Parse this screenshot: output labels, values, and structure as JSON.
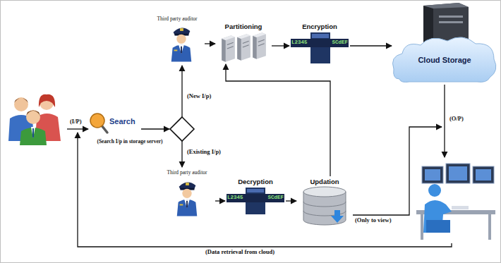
{
  "diagram": {
    "nodes": [
      {
        "text": [
          "Search",
          "(Search I/p in storage server)"
        ]
      },
      {
        "text": [
          "Third party auditor"
        ]
      },
      {
        "text": [
          "Partitioning"
        ]
      },
      {
        "text": [
          "Encryption",
          "L2345",
          "SCdEF"
        ]
      },
      {
        "text": [
          "Cloud Storage"
        ]
      },
      {
        "text": [
          "Third party auditor"
        ]
      },
      {
        "text": [
          "Decryption",
          "L2345",
          "SCdEF"
        ]
      },
      {
        "text": [
          "Updation"
        ]
      }
    ],
    "edges": [
      {
        "from": 1,
        "to": 2,
        "arrow": "to"
      },
      {
        "from": 2,
        "to": 3,
        "arrow": "to"
      },
      {
        "from": 3,
        "to": 4,
        "arrow": "to"
      },
      {
        "from": 5,
        "to": 6,
        "arrow": "to"
      },
      {
        "from": 6,
        "to": 7,
        "arrow": "to"
      },
      {
        "from": 7,
        "to": 2,
        "arrow": "to"
      }
    ],
    "labels": [
      "(I/P)",
      "(New I/p)",
      "(Existing I/p)",
      "(Only to view)",
      "(O/P)",
      "(Data retrieval from cloud)"
    ]
  }
}
